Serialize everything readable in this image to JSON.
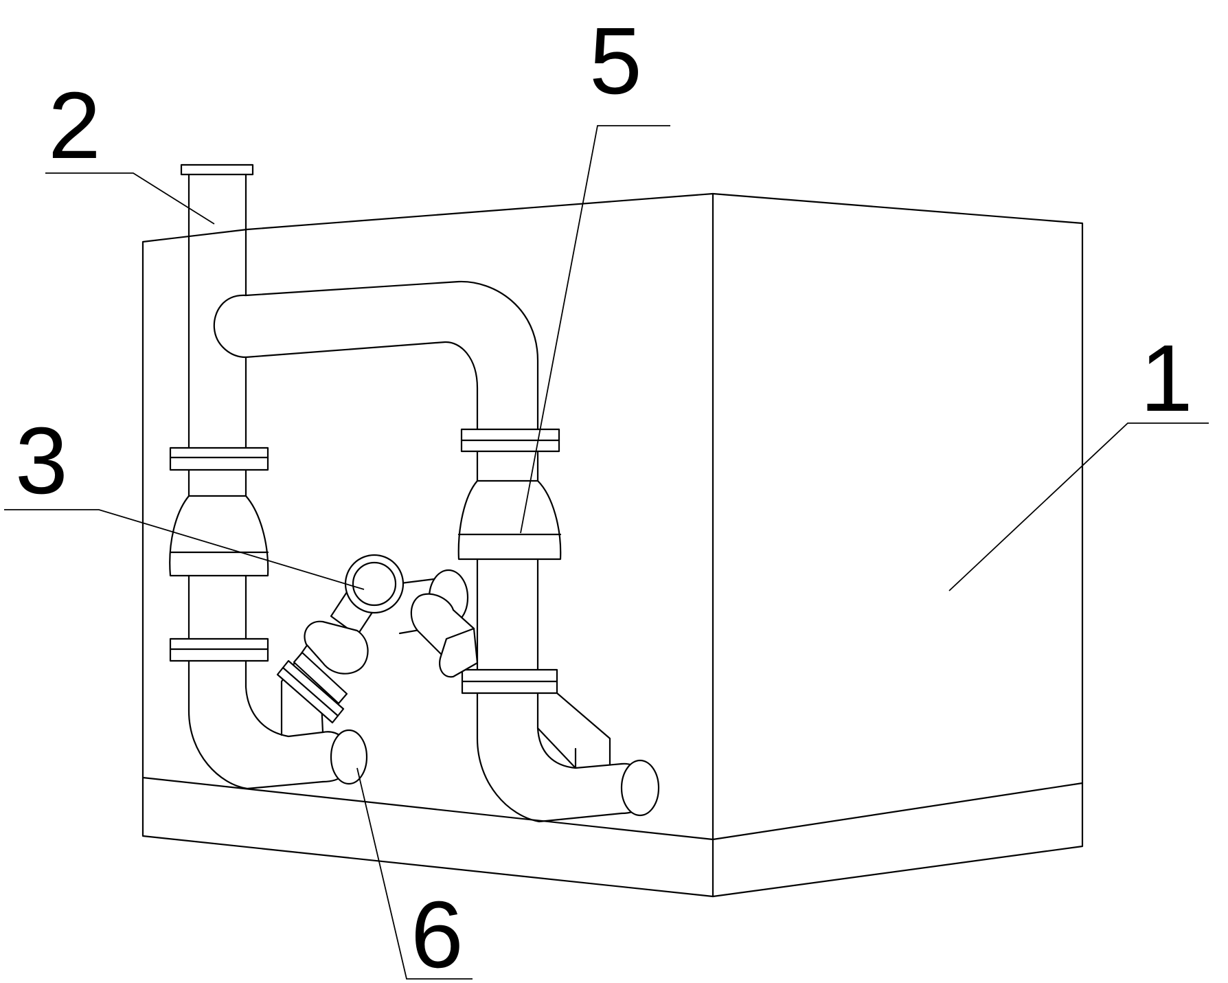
{
  "figure": {
    "stroke_color": "#000000",
    "background": "#ffffff",
    "callouts": [
      {
        "id": "c1",
        "label": "1"
      },
      {
        "id": "c2",
        "label": "2"
      },
      {
        "id": "c3",
        "label": "3"
      },
      {
        "id": "c5",
        "label": "5"
      },
      {
        "id": "c6",
        "label": "6"
      }
    ]
  }
}
